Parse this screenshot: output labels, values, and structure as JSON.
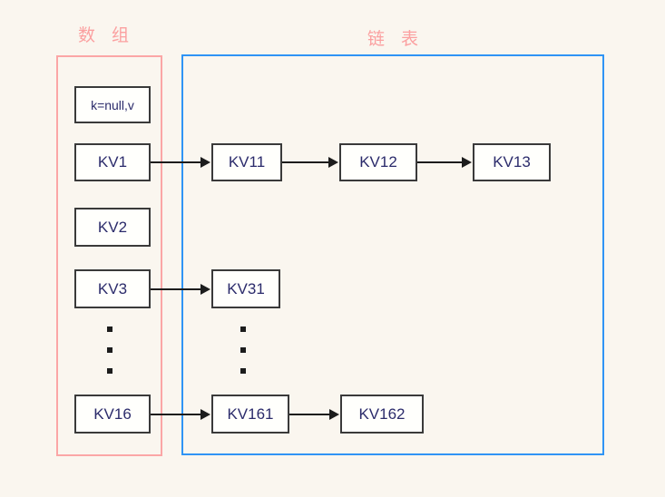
{
  "diagram": {
    "background_color": "#faf6ef",
    "regions": [
      {
        "key": "array",
        "label": "数 组",
        "border_color": "#fba6a6"
      },
      {
        "key": "list",
        "label": "链 表",
        "border_color": "#2f94f5"
      }
    ],
    "array_nodes": [
      {
        "label": "k=null,v"
      },
      {
        "label": "KV1"
      },
      {
        "label": "KV2"
      },
      {
        "label": "KV3"
      },
      {
        "label": "KV16"
      }
    ],
    "chain_nodes": [
      {
        "label": "KV11"
      },
      {
        "label": "KV12"
      },
      {
        "label": "KV13"
      },
      {
        "label": "KV31"
      },
      {
        "label": "KV161"
      },
      {
        "label": "KV162"
      }
    ],
    "ellipsis_dot_count": 3,
    "node_border_color": "#3a3a3a",
    "node_text_color": "#2b2b6b",
    "connector_color": "#1c1c1c"
  }
}
